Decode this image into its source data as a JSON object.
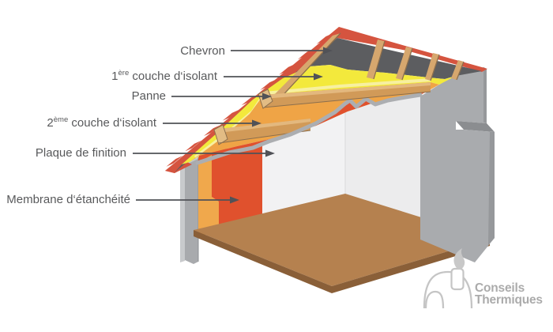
{
  "labels": {
    "chevron": {
      "prefix": "",
      "sup": "",
      "text": "Chevron"
    },
    "couche1": {
      "prefix": "1",
      "sup": "ère",
      "text": " couche d‘isolant"
    },
    "panne": {
      "prefix": "",
      "sup": "",
      "text": "Panne"
    },
    "couche2": {
      "prefix": "2",
      "sup": "ème",
      "text": " couche d‘isolant"
    },
    "plaque": {
      "prefix": "",
      "sup": "",
      "text": "Plaque de finition"
    },
    "membrane": {
      "prefix": "",
      "sup": "",
      "text": "Membrane d‘étanchéité"
    }
  },
  "logo": {
    "line1": "Conseils",
    "line2": "Thermiques"
  },
  "colors": {
    "tile_red": "#D5543F",
    "underlayment_gray": "#5C5D60",
    "insulation1_yellow": "#F3E93C",
    "insulation1_highlight": "#F7F0A0",
    "insulation2_orange": "#EFA446",
    "membrane_red": "#E0512D",
    "wood_tan": "#D19A58",
    "finish_board_gray": "#ACAEB1",
    "gable_wall_gray": "#A9ABAE",
    "floor_brown": "#B5814F",
    "label_text": "#58595B",
    "arrow_gray": "#515257",
    "logo_gray": "#ABABAB"
  }
}
